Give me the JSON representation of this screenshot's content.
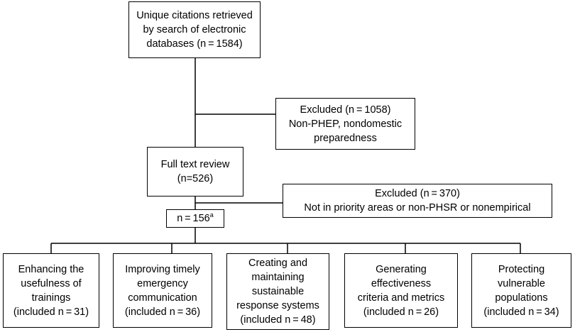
{
  "boxes": {
    "start": [
      "Unique citations retrieved",
      "by search of electronic",
      "databases (n = 1584)"
    ],
    "excluded1": [
      "Excluded (n = 1058)",
      "Non-PHEP, nondomestic",
      "preparedness"
    ],
    "fulltext": [
      "Full text review",
      "(n=526)"
    ],
    "excluded2": [
      "Excluded (n = 370)",
      "Not in priority areas or non-PHSR or nonempirical"
    ],
    "included": {
      "text": "n = 156",
      "footnote": "a"
    },
    "categories": [
      [
        "Enhancing the",
        "usefulness of",
        "trainings",
        "(included n = 31)"
      ],
      [
        "Improving timely",
        "emergency",
        "communication",
        "(included n = 36)"
      ],
      [
        "Creating and",
        "maintaining",
        "sustainable",
        "response systems",
        "(included n = 48)"
      ],
      [
        "Generating",
        "effectiveness",
        "criteria and metrics",
        "(included n = 26)"
      ],
      [
        "Protecting",
        "vulnerable",
        "populations",
        "(included n = 34)"
      ]
    ]
  }
}
